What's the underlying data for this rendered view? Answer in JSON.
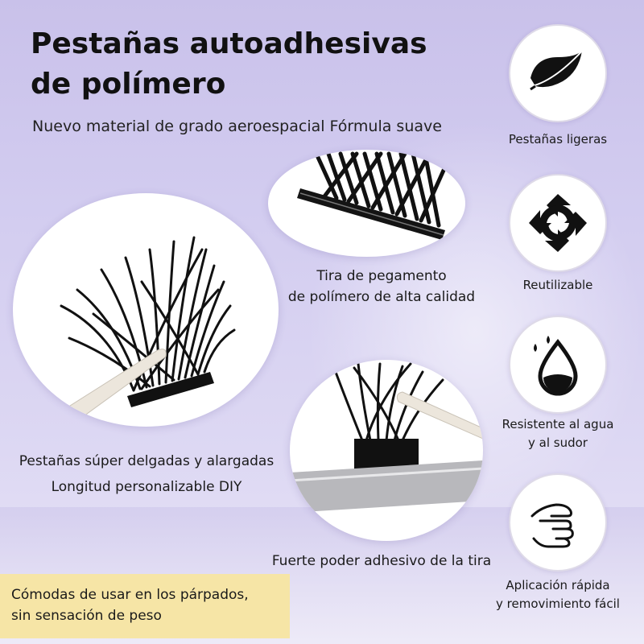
{
  "title": {
    "line1": "Pestañas autoadhesivas",
    "line2": "de polímero"
  },
  "subtitle": "Nuevo material de grado aeroespacial Fórmula suave",
  "labels": {
    "strip_line1": "Tira de pegamento",
    "strip_line2": "de polímero de alta calidad",
    "thin": "Pestañas súper delgadas y alargadas",
    "custom": "Longitud personalizable DIY",
    "adhesive": "Fuerte poder adhesivo de la tira"
  },
  "callout": {
    "line1": "Cómodas de usar en los párpados,",
    "line2": "sin sensación de peso"
  },
  "features": [
    {
      "icon": "feather-icon",
      "line1": "Pestañas ligeras",
      "line2": ""
    },
    {
      "icon": "recycle-icon",
      "line1": "Reutilizable",
      "line2": ""
    },
    {
      "icon": "water-drop-icon",
      "line1": "Resistente al agua",
      "line2": "y al sudor"
    },
    {
      "icon": "hand-icon",
      "line1": "Aplicación rápida",
      "line2": "y removimiento fácil"
    }
  ],
  "colors": {
    "background": "#cfc8ee",
    "callout": "#f6e5a6",
    "icon": "#111111"
  }
}
